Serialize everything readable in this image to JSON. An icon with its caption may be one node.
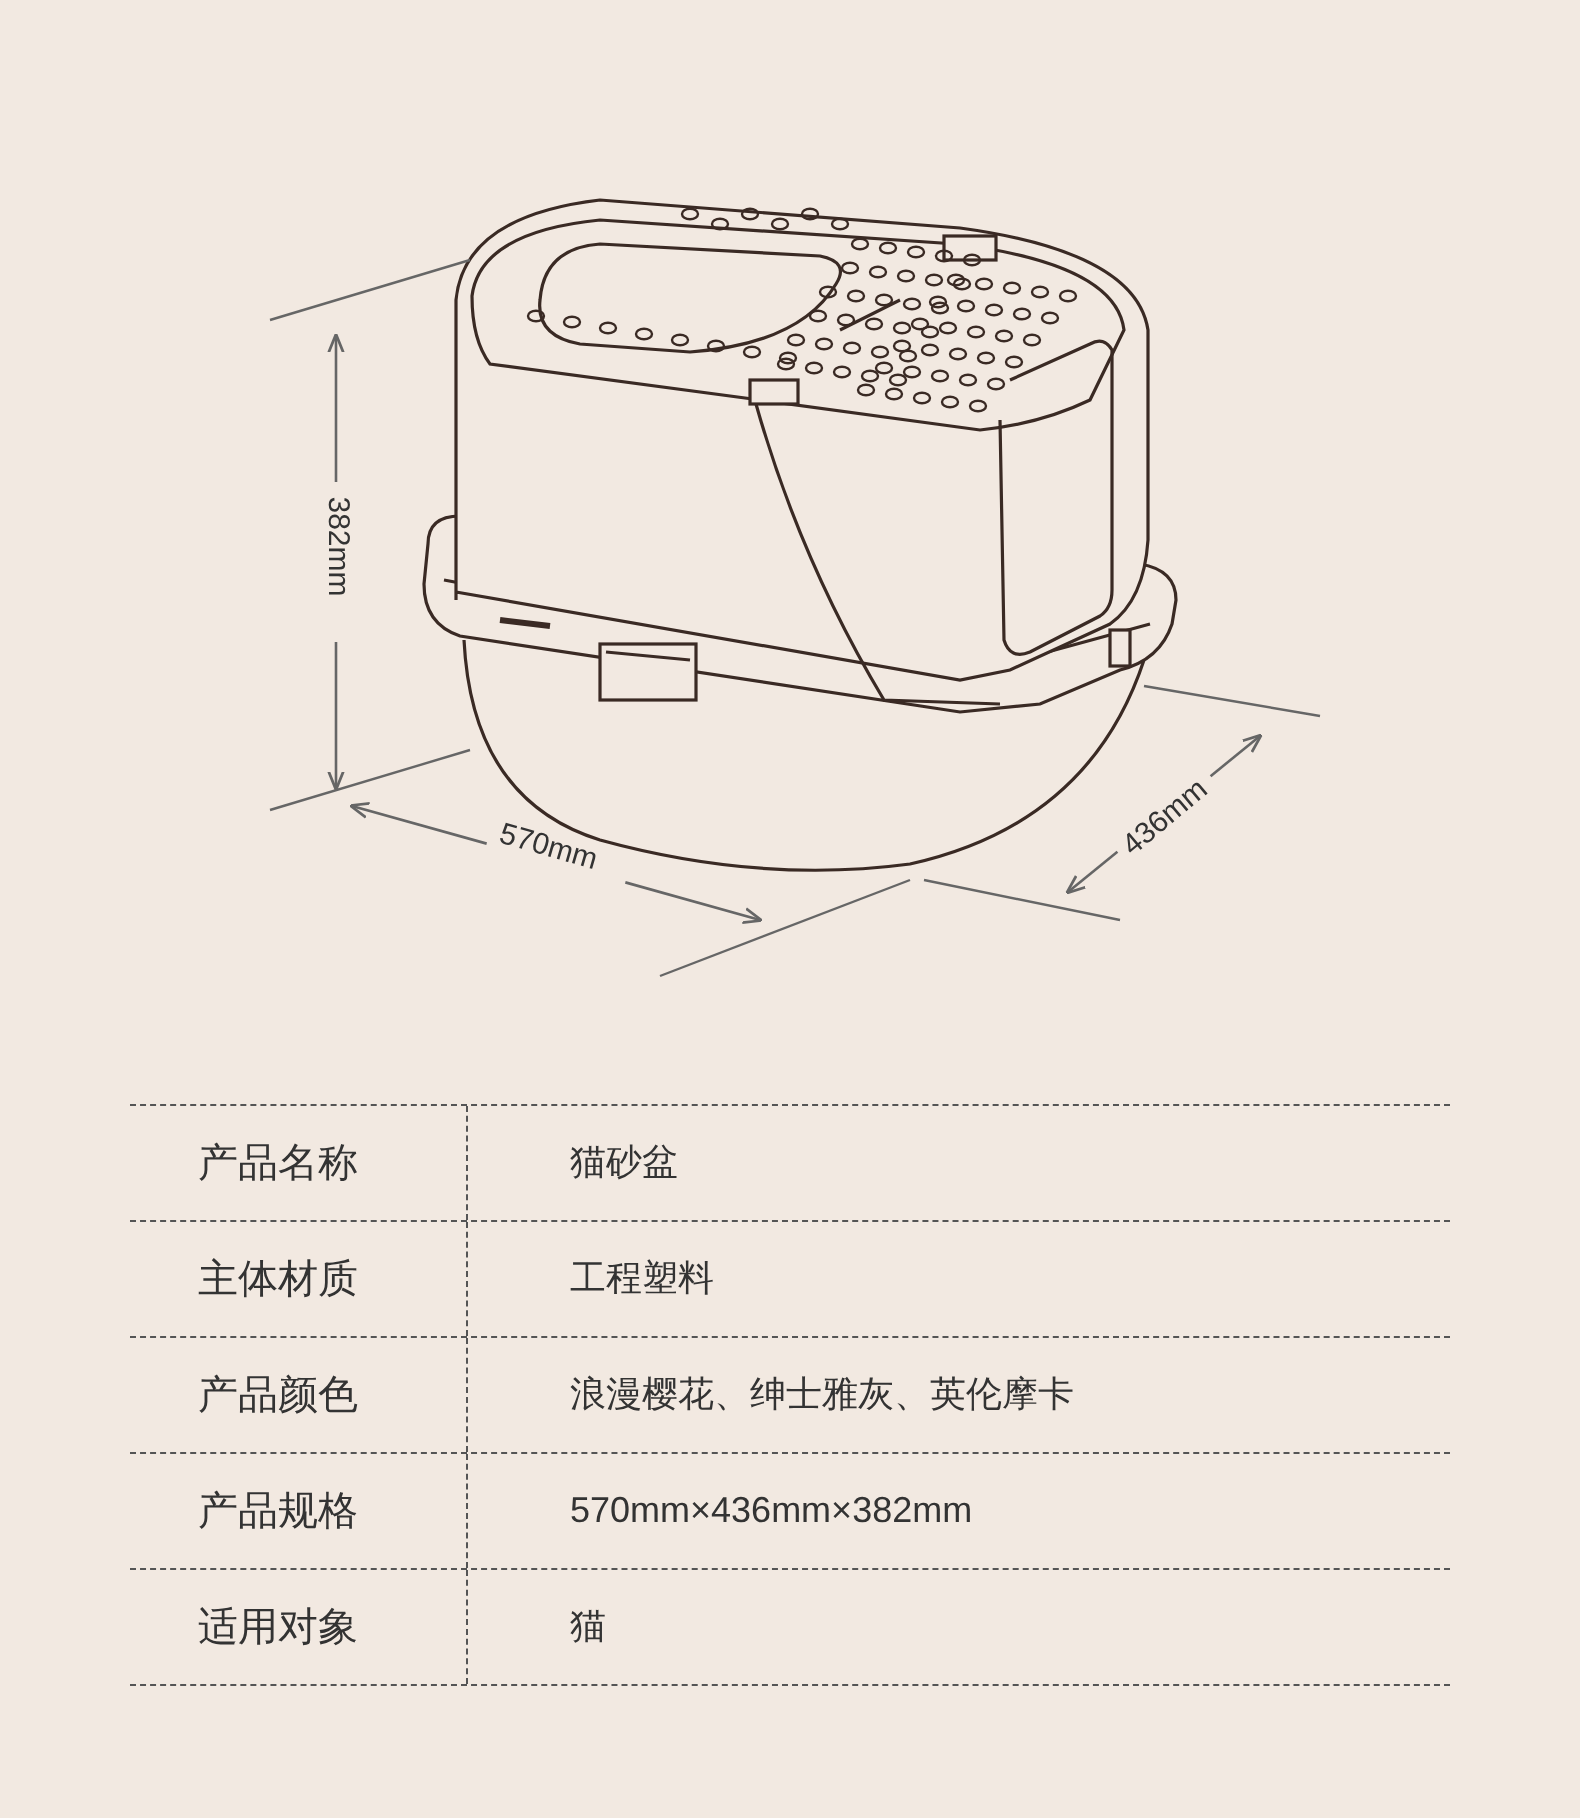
{
  "diagram": {
    "labels": [
      "382mm",
      "570mm",
      "436mm",
      "产品名称",
      "猫砂盆",
      "主体材质",
      "工程塑料",
      "产品颜色",
      "浪漫樱花、绅士雅灰、英伦摩卡",
      "产品规格",
      "570mm×436mm×382mm",
      "适用对象",
      "猫"
    ]
  }
}
